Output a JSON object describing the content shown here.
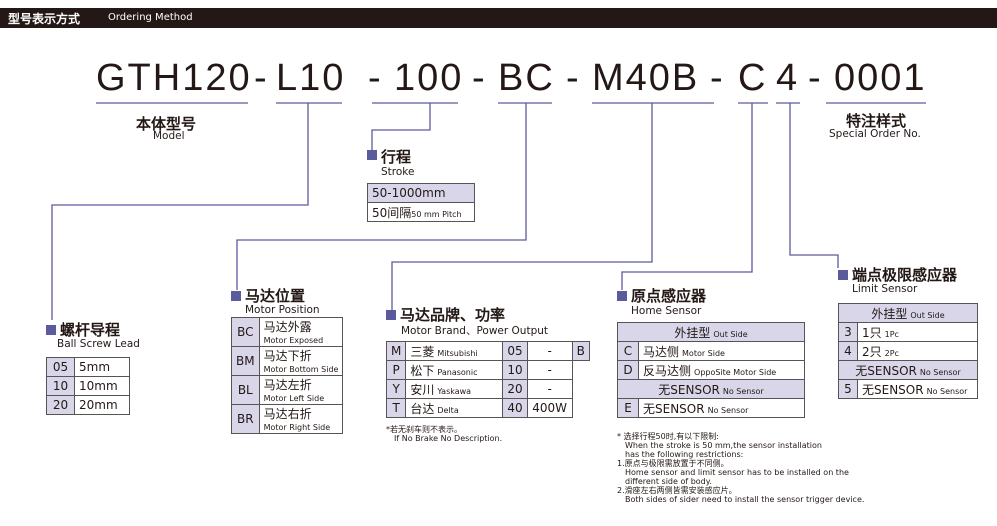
{
  "header": {
    "title_cn": "型号表示方式",
    "title_en": "Ordering Method"
  },
  "code": [
    "GTH120",
    "-",
    "L10",
    "-",
    "100",
    "-",
    "BC",
    "-",
    "M40B",
    "-",
    "C",
    "4",
    "-",
    "0001"
  ],
  "model": {
    "cn": "本体型号",
    "en": "Model"
  },
  "special": {
    "cn": "特注样式",
    "en": "Special Order No."
  },
  "stroke": {
    "cn": "行程",
    "en": "Stroke",
    "range": "50-1000mm",
    "pitch_cn": "50间隔",
    "pitch_en": "50 mm Pitch"
  },
  "lead": {
    "cn": "螺杆导程",
    "en": "Ball Screw Lead",
    "rows": [
      [
        "05",
        "5mm"
      ],
      [
        "10",
        "10mm"
      ],
      [
        "20",
        "20mm"
      ]
    ]
  },
  "motor_pos": {
    "cn": "马达位置",
    "en": "Motor Position",
    "rows": [
      {
        "code": "BC",
        "cn": "马达外露",
        "en": "Motor Exposed"
      },
      {
        "code": "BM",
        "cn": "马达下折",
        "en": "Motor Bottom Side"
      },
      {
        "code": "BL",
        "cn": "马达左折",
        "en": "Motor Left Side"
      },
      {
        "code": "BR",
        "cn": "马达右折",
        "en": "Motor Right Side"
      }
    ]
  },
  "brand": {
    "cn": "马达品牌、功率",
    "en": "Motor Brand、Power Output",
    "rows": [
      {
        "code": "M",
        "cn": "三菱",
        "en": "Mitsubishi",
        "p": "05",
        "w": "-"
      },
      {
        "code": "P",
        "cn": "松下",
        "en": "Panasonic",
        "p": "10",
        "w": "-"
      },
      {
        "code": "Y",
        "cn": "安川",
        "en": "Yaskawa",
        "p": "20",
        "w": "-"
      },
      {
        "code": "T",
        "cn": "台达",
        "en": "Delta",
        "p": "40",
        "w": "400W"
      }
    ],
    "brake": "B",
    "note_cn": "*若无刹车则不表示。",
    "note_en": "If No Brake No Description."
  },
  "home": {
    "cn": "原点感应器",
    "en": "Home Sensor",
    "out_cn": "外挂型",
    "out_en": "Out Side",
    "rows": [
      {
        "code": "C",
        "cn": "马达侧",
        "en": "Motor Side"
      },
      {
        "code": "D",
        "cn": "反马达侧",
        "en": "OppoSite Motor Side"
      }
    ],
    "none_cn": "无SENSOR",
    "none_en": "No Sensor",
    "e_code": "E",
    "e_cn": "无SENSOR",
    "e_en": "No Sensor",
    "notes": [
      "* 选择行程50时,有以下限制:",
      "When the stroke is 50 mm,the sensor installation",
      "has the following restrictions:",
      "1.原点与极限需放置于不同侧。",
      "Home sensor and limit sensor has to be installed on the",
      "different side of body.",
      "2.滑座左右两侧皆需安装感应片。",
      "Both sides of sider need to install the sensor trigger device."
    ]
  },
  "limit": {
    "cn": "端点极限感应器",
    "en": "Limit Sensor",
    "out_cn": "外挂型",
    "out_en": "Out Side",
    "rows": [
      {
        "code": "3",
        "cn": "1只",
        "en": "1Pc"
      },
      {
        "code": "4",
        "cn": "2只",
        "en": "2Pc"
      }
    ],
    "none_cn": "无SENSOR",
    "none_en": "No Sensor",
    "c5": "5",
    "c5_cn": "无SENSOR",
    "c5_en": "No Sensor"
  },
  "colors": {
    "accent": "#5a5a9c",
    "header_bg": "#231815",
    "cell": "#d9d6ea"
  }
}
